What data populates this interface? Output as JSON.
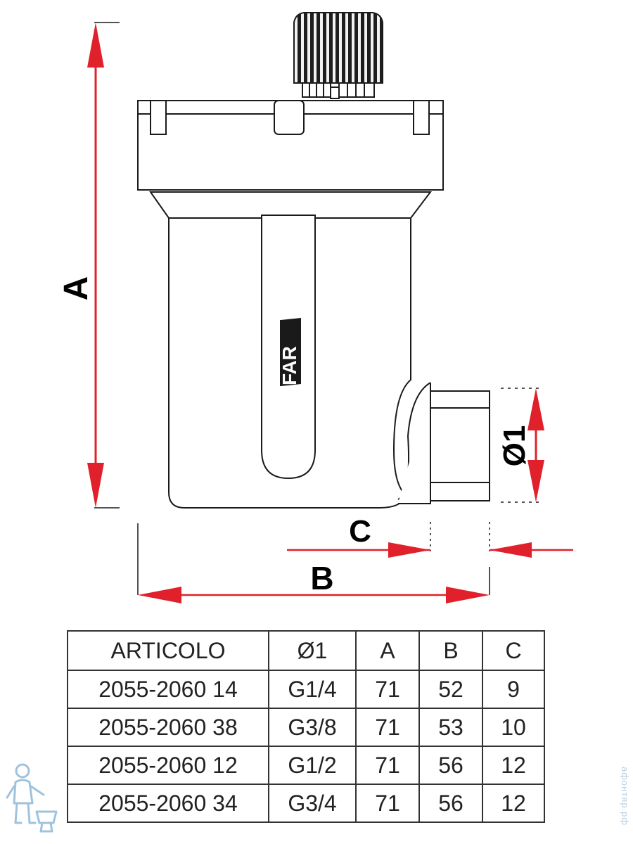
{
  "dimensions": {
    "a": "A",
    "b": "B",
    "c": "C",
    "d1": "Ø1"
  },
  "logo_text": "FAR",
  "colors": {
    "arrow": "#e0202a",
    "outline": "#1a1a1a",
    "table_border": "#333333"
  },
  "table": {
    "headers": [
      "ARTICOLO",
      "Ø1",
      "A",
      "B",
      "C"
    ],
    "rows": [
      [
        "2055-2060 14",
        "G1/4",
        "71",
        "52",
        "9"
      ],
      [
        "2055-2060 38",
        "G3/8",
        "71",
        "53",
        "10"
      ],
      [
        "2055-2060 12",
        "G1/2",
        "71",
        "56",
        "12"
      ],
      [
        "2055-2060 34",
        "G3/4",
        "71",
        "56",
        "12"
      ]
    ]
  },
  "watermark": {
    "text": "афонтяр.рф",
    "mascot_icon": "plumber-mascot-icon"
  }
}
